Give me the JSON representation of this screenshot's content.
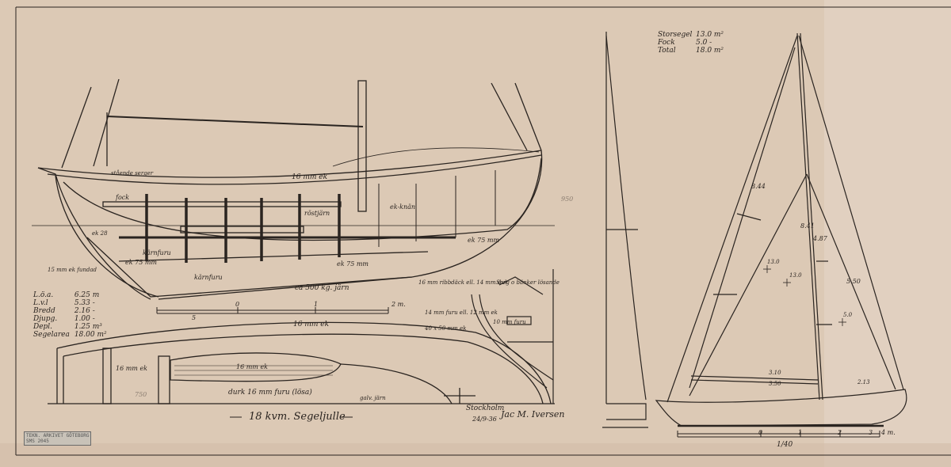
{
  "title": "18 kvm. Segeljulle",
  "place_date": {
    "place": "Stockholm",
    "date": "24/9-36"
  },
  "signature": "Jac M. Iversen",
  "sail_areas": [
    {
      "name": "Storsegel",
      "value": "13.0 m²"
    },
    {
      "name": "Fock",
      "value": "5.0 -"
    },
    {
      "name": "Total",
      "value": "18.0 m²"
    }
  ],
  "dimensions": [
    {
      "label": "L.ö.a.",
      "value": "6.25 m"
    },
    {
      "label": "L.v.l",
      "value": "5.33 -"
    },
    {
      "label": "Bredd",
      "value": "2.16 -"
    },
    {
      "label": "Djupg.",
      "value": "1.00 -"
    },
    {
      "label": "Depl.",
      "value": "1.25 m³"
    },
    {
      "label": "Segelarea",
      "value": "18.00 m²"
    }
  ],
  "profile_labels": {
    "stalande_seraer": "stående serger",
    "deck_16mm_ek": "16 mm ek",
    "fock": "fock",
    "rostjarn": "röstjärn",
    "ek_knan": "ek-knän",
    "ek_75_top": "ek 75 mm",
    "ek_75_keel": "ek 75 mm",
    "karnfuru_1": "kärnfuru",
    "karnfuru_2": "kärnfuru",
    "ek_75_stem": "ek 75 mm",
    "ek_28": "ek 28",
    "ballast": "ca 500 kg. järn",
    "bottom_note": "15 mm ek fundad",
    "pencil_950": "950"
  },
  "scale_top": {
    "ticks": [
      "5",
      "0",
      "1",
      "2 m."
    ]
  },
  "plan_labels": {
    "deck_16mm_ek": "16 mm ek",
    "ek_16mm": "16 mm ek",
    "inner_16mm_ek": "16 mm ek",
    "durk": "durk 16 mm furu (lösa)",
    "galv_jarn": "galv. järn",
    "pencil_750": "750"
  },
  "section_labels": {
    "ribbdack": "16 mm ribbdäck ell. 14 mm duk",
    "sarg": "Sarg o bänker lösande",
    "furu": "14 mm furu ell. 12 mm ek",
    "ek_40_50": "40 x 50 mm ek",
    "furu_10": "10 mm furu"
  },
  "sail_plan_labels": {
    "m_844": "8.44",
    "m_841": "8.41",
    "m_487": "4.87",
    "m_550": "5.50",
    "m_130a": "13.0",
    "m_130b": "13.0",
    "m_50": "5.0",
    "m_310": "3.10",
    "m_350": "3.50",
    "m_213": "2.13"
  },
  "scale_bottom": {
    "ticks": [
      "0",
      "1",
      "2",
      "3",
      "4 m."
    ],
    "ratio": "1/40"
  },
  "stamp": {
    "line1": "TEKN. ARKIVET GÖTEBORG",
    "line2": "SMS 2045"
  }
}
